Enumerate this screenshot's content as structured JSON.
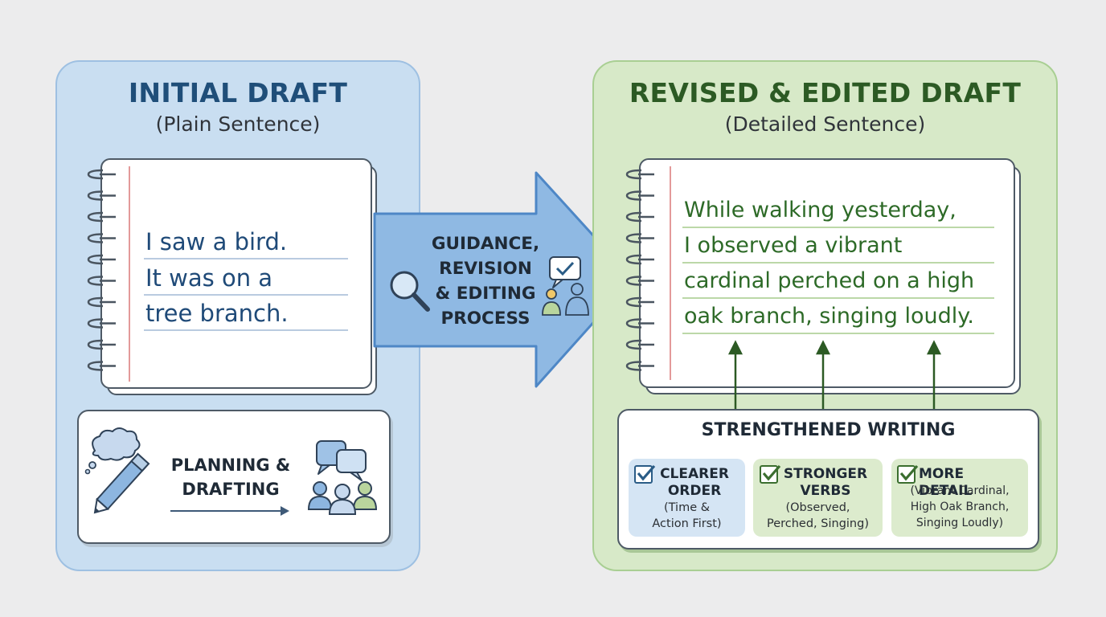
{
  "initial": {
    "title": "INITIAL DRAFT",
    "subtitle": "(Plain Sentence)",
    "lines": [
      "I saw a bird.",
      "It was on a",
      "tree branch."
    ],
    "planning_label_1": "PLANNING &",
    "planning_label_2": "DRAFTING"
  },
  "process": {
    "line1": "GUIDANCE,",
    "line2": "REVISION",
    "line3": "& EDITING",
    "line4": "PROCESS"
  },
  "revised": {
    "title": "REVISED & EDITED DRAFT",
    "subtitle": "(Detailed Sentence)",
    "lines": [
      "While walking yesterday,",
      "I observed a vibrant",
      "cardinal perched on a high",
      "oak branch, singing loudly."
    ]
  },
  "strengthened": {
    "title": "STRENGTHENED WRITING",
    "cards": [
      {
        "title_1": "CLEARER",
        "title_2": "ORDER",
        "sub_1": "(Time &",
        "sub_2": "Action First)"
      },
      {
        "title_1": "STRONGER",
        "title_2": "VERBS",
        "sub_1": "(Observed,",
        "sub_2": "Perched, Singing)"
      },
      {
        "title_1": "MORE DETAIL",
        "sub_1": "(Vibrant Cardinal,",
        "sub_2": "High Oak Branch,",
        "sub_3": "Singing Loudly)"
      }
    ]
  },
  "colors": {
    "blue_title": "#1f4e79",
    "green_title": "#2c5a24",
    "blue_text": "#1f4a78",
    "green_text": "#2d6a27",
    "arrow_fill": "#8fb9e3",
    "arrow_stroke": "#4e87c6"
  },
  "icons": [
    "spiral-binding-icon",
    "magnifier-icon",
    "chat-check-icon",
    "people-icon",
    "thought-cloud-icon",
    "pencil-icon",
    "speech-bubbles-icon",
    "group-icon",
    "check-icon"
  ]
}
